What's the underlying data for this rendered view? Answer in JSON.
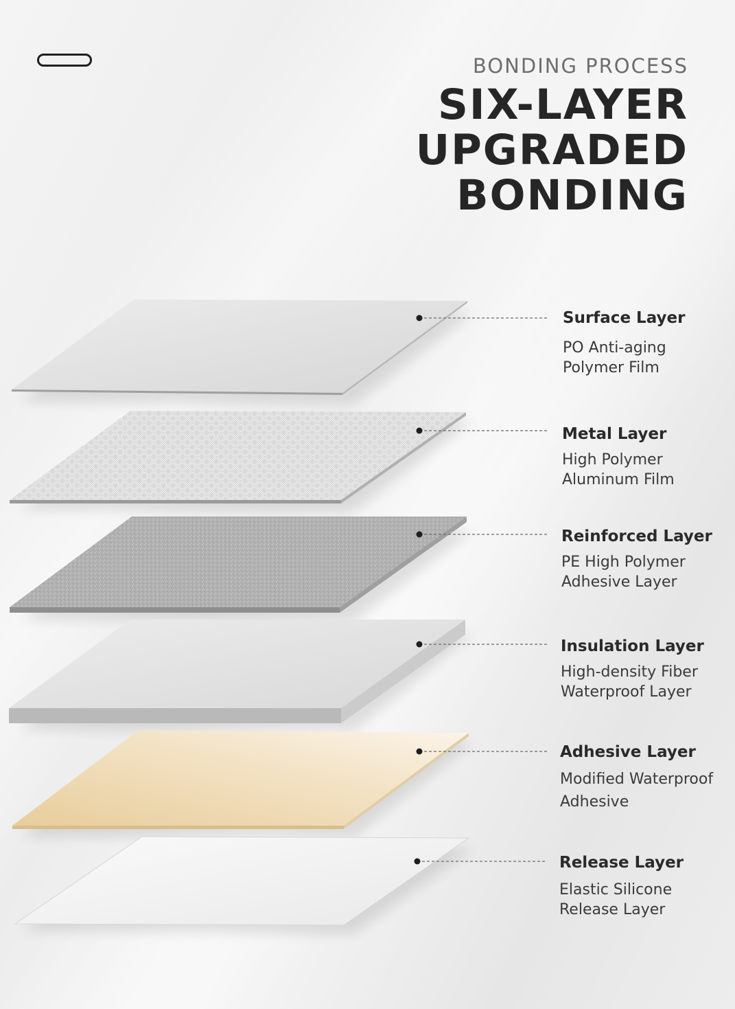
{
  "header": {
    "kicker": "BONDING PROCESS",
    "title_lines": [
      "SIX-LAYER",
      "UPGRADED",
      "BONDING"
    ]
  },
  "layers": [
    {
      "name": "Surface Layer",
      "desc1": "PO Anti-aging",
      "desc2": "Polymer Film"
    },
    {
      "name": "Metal Layer",
      "desc1": "High Polymer",
      "desc2": "Aluminum Film"
    },
    {
      "name": "Reinforced Layer",
      "desc1": "PE High Polymer",
      "desc2": "Adhesive Layer"
    },
    {
      "name": "Insulation Layer",
      "desc1": "High-density Fiber",
      "desc2": "Waterproof Layer"
    },
    {
      "name": "Adhesive Layer",
      "desc1": "Modified Waterproof",
      "desc2": "Adhesive"
    },
    {
      "name": "Release Layer",
      "desc1": "Elastic Silicone",
      "desc2": "Release Layer"
    }
  ],
  "colors": {
    "surface": "#dedede",
    "metal": "#d4d4d4",
    "reinforced": "#a9a9a9",
    "insulation": "#dcdcdc",
    "adhesive": "#ecd2a6",
    "release": "#f3f3f3",
    "title": "#262626"
  }
}
